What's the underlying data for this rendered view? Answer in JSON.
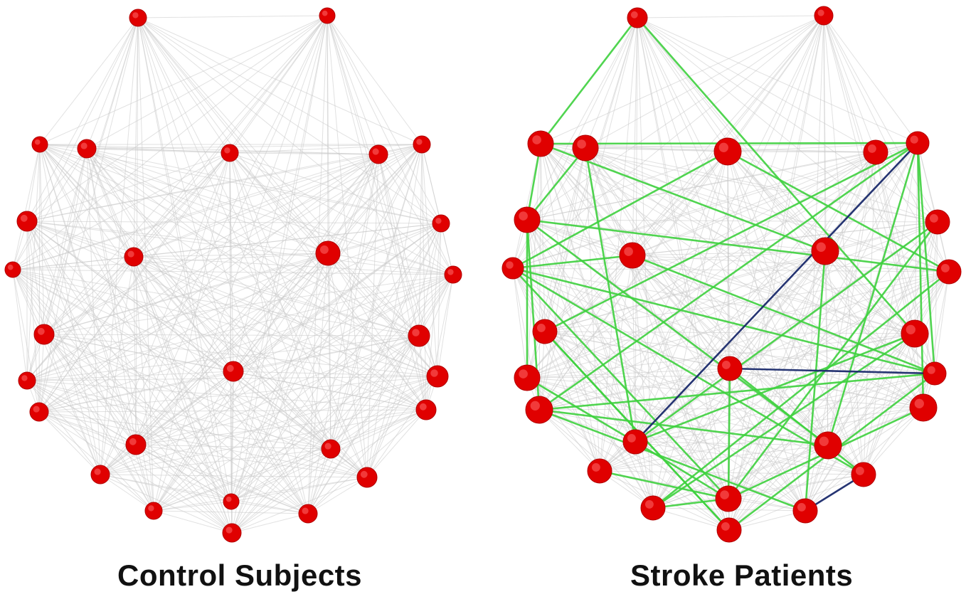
{
  "panels": [
    {
      "id": "control",
      "caption": "Control Subjects",
      "highlight_edges": [],
      "dark_edges": []
    },
    {
      "id": "stroke",
      "caption": "Stroke Patients",
      "highlight_edges": [
        [
          0,
          14
        ],
        [
          0,
          2
        ],
        [
          2,
          6
        ],
        [
          2,
          7
        ],
        [
          2,
          9
        ],
        [
          3,
          7
        ],
        [
          4,
          11
        ],
        [
          4,
          12
        ],
        [
          6,
          21
        ],
        [
          6,
          13
        ],
        [
          6,
          19
        ],
        [
          7,
          12
        ],
        [
          7,
          18
        ],
        [
          7,
          15
        ],
        [
          8,
          11
        ],
        [
          10,
          20
        ],
        [
          11,
          16
        ],
        [
          13,
          27
        ],
        [
          14,
          20
        ],
        [
          15,
          20
        ],
        [
          16,
          27
        ],
        [
          16,
          18
        ],
        [
          17,
          23
        ],
        [
          17,
          24
        ],
        [
          18,
          21
        ],
        [
          18,
          26
        ],
        [
          19,
          24
        ],
        [
          20,
          24
        ],
        [
          21,
          28
        ],
        [
          22,
          24
        ],
        [
          23,
          11
        ],
        [
          24,
          25
        ],
        [
          25,
          14
        ],
        [
          26,
          9
        ],
        [
          27,
          13
        ],
        [
          28,
          3
        ],
        [
          6,
          16
        ],
        [
          3,
          20
        ],
        [
          12,
          25
        ],
        [
          8,
          16
        ],
        [
          6,
          18
        ],
        [
          10,
          24
        ],
        [
          11,
          24
        ],
        [
          7,
          21
        ]
      ],
      "dark_edges": [
        [
          6,
          20
        ],
        [
          16,
          17
        ],
        [
          23,
          26
        ]
      ]
    }
  ],
  "colors": {
    "node": "#e00000",
    "node_stroke": "#b00000",
    "edge": "#c8c8c8",
    "highlight_edge": "#3fd13f",
    "dark_edge": "#1a2a6c",
    "background": "#ffffff"
  }
}
